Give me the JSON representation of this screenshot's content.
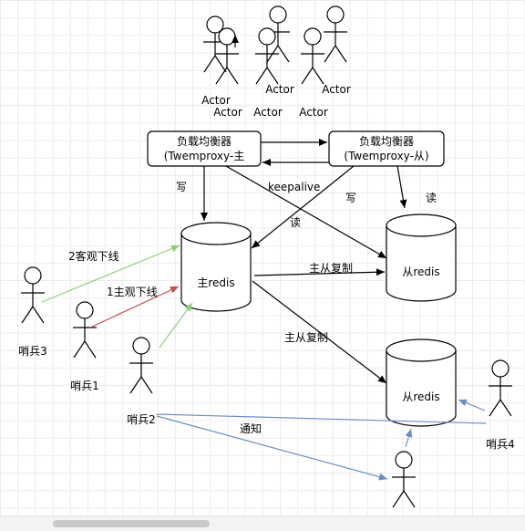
{
  "actors_top": [
    "Actor",
    "Actor",
    "Actor",
    "Actor",
    "Actor",
    "Actor"
  ],
  "lb_master": {
    "line1": "负载均衡器",
    "line2": "(Twemproxy-主"
  },
  "lb_slave": {
    "line1": "负载均衡器",
    "line2": "(Twemproxy-从)"
  },
  "redis_master": "主redis",
  "redis_slave1": "从redis",
  "redis_slave2": "从redis",
  "edge_labels": {
    "write_left": "写",
    "keepalive": "keepalive",
    "write_right": "写",
    "read_right": "读",
    "read_center": "读",
    "replicate1": "主从复制",
    "replicate2": "主从复制",
    "objective_down": "2客观下线",
    "subjective_down": "1主观下线",
    "notify": "通知"
  },
  "sentinels": [
    "哨兵3",
    "哨兵1",
    "哨兵2",
    "哨兵4"
  ],
  "colors": {
    "green": "#8fce7c",
    "red": "#c0504d",
    "blue": "#6c8ebf",
    "black": "#000000"
  }
}
